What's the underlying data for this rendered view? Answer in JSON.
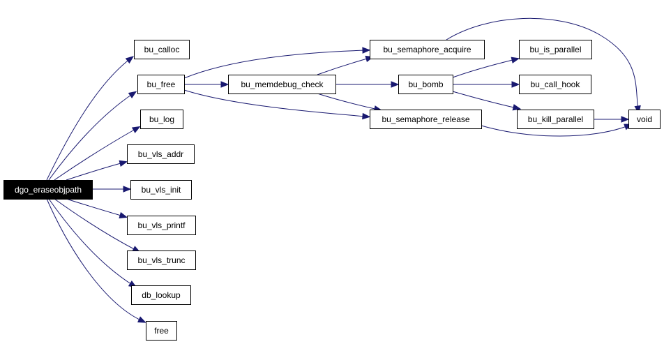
{
  "diagram": {
    "type": "call-graph",
    "nodes": [
      {
        "id": "dgo_eraseobjpath",
        "label": "dgo_eraseobjpath",
        "root": true
      },
      {
        "id": "bu_calloc",
        "label": "bu_calloc"
      },
      {
        "id": "bu_free",
        "label": "bu_free"
      },
      {
        "id": "bu_log",
        "label": "bu_log"
      },
      {
        "id": "bu_vls_addr",
        "label": "bu_vls_addr"
      },
      {
        "id": "bu_vls_init",
        "label": "bu_vls_init"
      },
      {
        "id": "bu_vls_printf",
        "label": "bu_vls_printf"
      },
      {
        "id": "bu_vls_trunc",
        "label": "bu_vls_trunc"
      },
      {
        "id": "db_lookup",
        "label": "db_lookup"
      },
      {
        "id": "free",
        "label": "free"
      },
      {
        "id": "bu_memdebug_check",
        "label": "bu_memdebug_check"
      },
      {
        "id": "bu_semaphore_acquire",
        "label": "bu_semaphore_acquire"
      },
      {
        "id": "bu_semaphore_release",
        "label": "bu_semaphore_release"
      },
      {
        "id": "bu_bomb",
        "label": "bu_bomb"
      },
      {
        "id": "bu_is_parallel",
        "label": "bu_is_parallel"
      },
      {
        "id": "bu_call_hook",
        "label": "bu_call_hook"
      },
      {
        "id": "bu_kill_parallel",
        "label": "bu_kill_parallel"
      },
      {
        "id": "void",
        "label": "void"
      }
    ],
    "edges": [
      {
        "from": "dgo_eraseobjpath",
        "to": "bu_calloc"
      },
      {
        "from": "dgo_eraseobjpath",
        "to": "bu_free"
      },
      {
        "from": "dgo_eraseobjpath",
        "to": "bu_log"
      },
      {
        "from": "dgo_eraseobjpath",
        "to": "bu_vls_addr"
      },
      {
        "from": "dgo_eraseobjpath",
        "to": "bu_vls_init"
      },
      {
        "from": "dgo_eraseobjpath",
        "to": "bu_vls_printf"
      },
      {
        "from": "dgo_eraseobjpath",
        "to": "bu_vls_trunc"
      },
      {
        "from": "dgo_eraseobjpath",
        "to": "db_lookup"
      },
      {
        "from": "dgo_eraseobjpath",
        "to": "free"
      },
      {
        "from": "bu_free",
        "to": "bu_semaphore_acquire"
      },
      {
        "from": "bu_free",
        "to": "bu_memdebug_check"
      },
      {
        "from": "bu_free",
        "to": "bu_semaphore_release"
      },
      {
        "from": "bu_memdebug_check",
        "to": "bu_semaphore_acquire"
      },
      {
        "from": "bu_memdebug_check",
        "to": "bu_bomb"
      },
      {
        "from": "bu_memdebug_check",
        "to": "bu_semaphore_release"
      },
      {
        "from": "bu_semaphore_acquire",
        "to": "void"
      },
      {
        "from": "bu_bomb",
        "to": "bu_is_parallel"
      },
      {
        "from": "bu_bomb",
        "to": "bu_call_hook"
      },
      {
        "from": "bu_bomb",
        "to": "bu_kill_parallel"
      },
      {
        "from": "bu_semaphore_release",
        "to": "void"
      },
      {
        "from": "bu_kill_parallel",
        "to": "void"
      }
    ],
    "colors": {
      "edge": "#191970",
      "root_fill": "#000000",
      "root_text": "#ffffff",
      "node_fill": "#ffffff",
      "node_border": "#000000"
    }
  }
}
